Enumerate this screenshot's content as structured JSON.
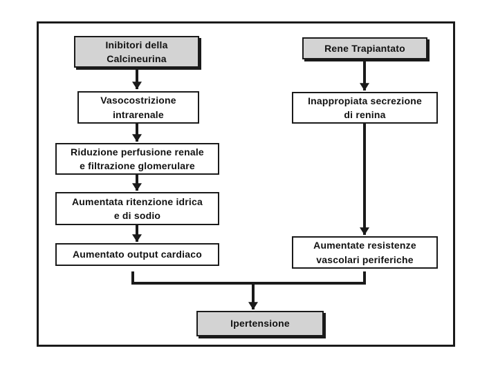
{
  "diagram": {
    "language": "Italian",
    "colors": {
      "bg": "#ffffff",
      "line": "#1a1a1a",
      "gray-fill": "#d3d3d3",
      "white-fill": "#ffffff"
    },
    "nodes": {
      "inibitori": "Inibitori della\nCalcineurina",
      "vasocostrizione": "Vasocostrizione\nintrarenale",
      "riduzione": "Riduzione perfusione renale\ne filtrazione glomerulare",
      "ritenzione": "Aumentata ritenzione idrica\ne di sodio",
      "output_cardiaco": "Aumentato output cardiaco",
      "rene_trapiantato": "Rene Trapiantato",
      "inappropiata": "Inappropiata secrezione\ndi renina",
      "resistenze": "Aumentate resistenze\nvascolari periferiche",
      "ipertensione": "Ipertensione"
    },
    "edges": [
      {
        "from": "inibitori",
        "to": "vasocostrizione",
        "type": "arrow-down"
      },
      {
        "from": "vasocostrizione",
        "to": "riduzione",
        "type": "arrow-down"
      },
      {
        "from": "riduzione",
        "to": "ritenzione",
        "type": "arrow-down"
      },
      {
        "from": "ritenzione",
        "to": "output_cardiaco",
        "type": "arrow-down"
      },
      {
        "from": "rene_trapiantato",
        "to": "inappropiata",
        "type": "arrow-down"
      },
      {
        "from": "inappropiata",
        "to": "resistenze",
        "type": "arrow-down"
      },
      {
        "from": "output_cardiaco",
        "to": "ipertensione",
        "type": "converging-bracket-arrow"
      },
      {
        "from": "resistenze",
        "to": "ipertensione",
        "type": "converging-bracket-arrow"
      }
    ]
  }
}
